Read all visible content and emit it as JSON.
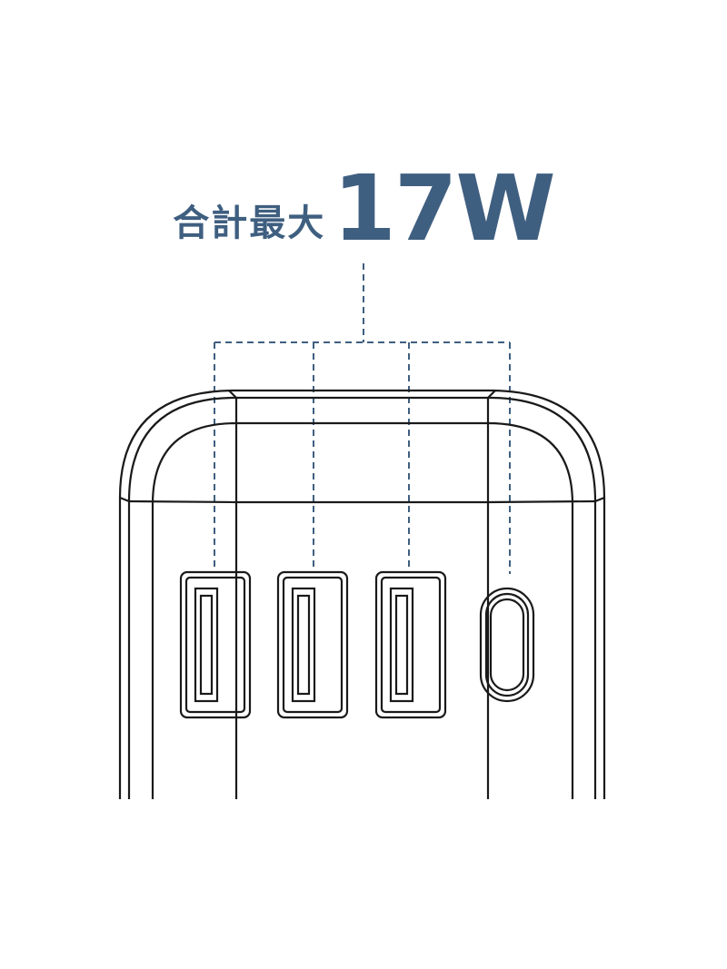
{
  "headline": {
    "prefix": "合計最大",
    "value": "17W"
  },
  "colors": {
    "accent": "#3f5f80",
    "outline": "#1a1a1a",
    "background": "#ffffff"
  },
  "ports": [
    {
      "type": "usb-a"
    },
    {
      "type": "usb-a"
    },
    {
      "type": "usb-a"
    },
    {
      "type": "usb-c"
    }
  ]
}
